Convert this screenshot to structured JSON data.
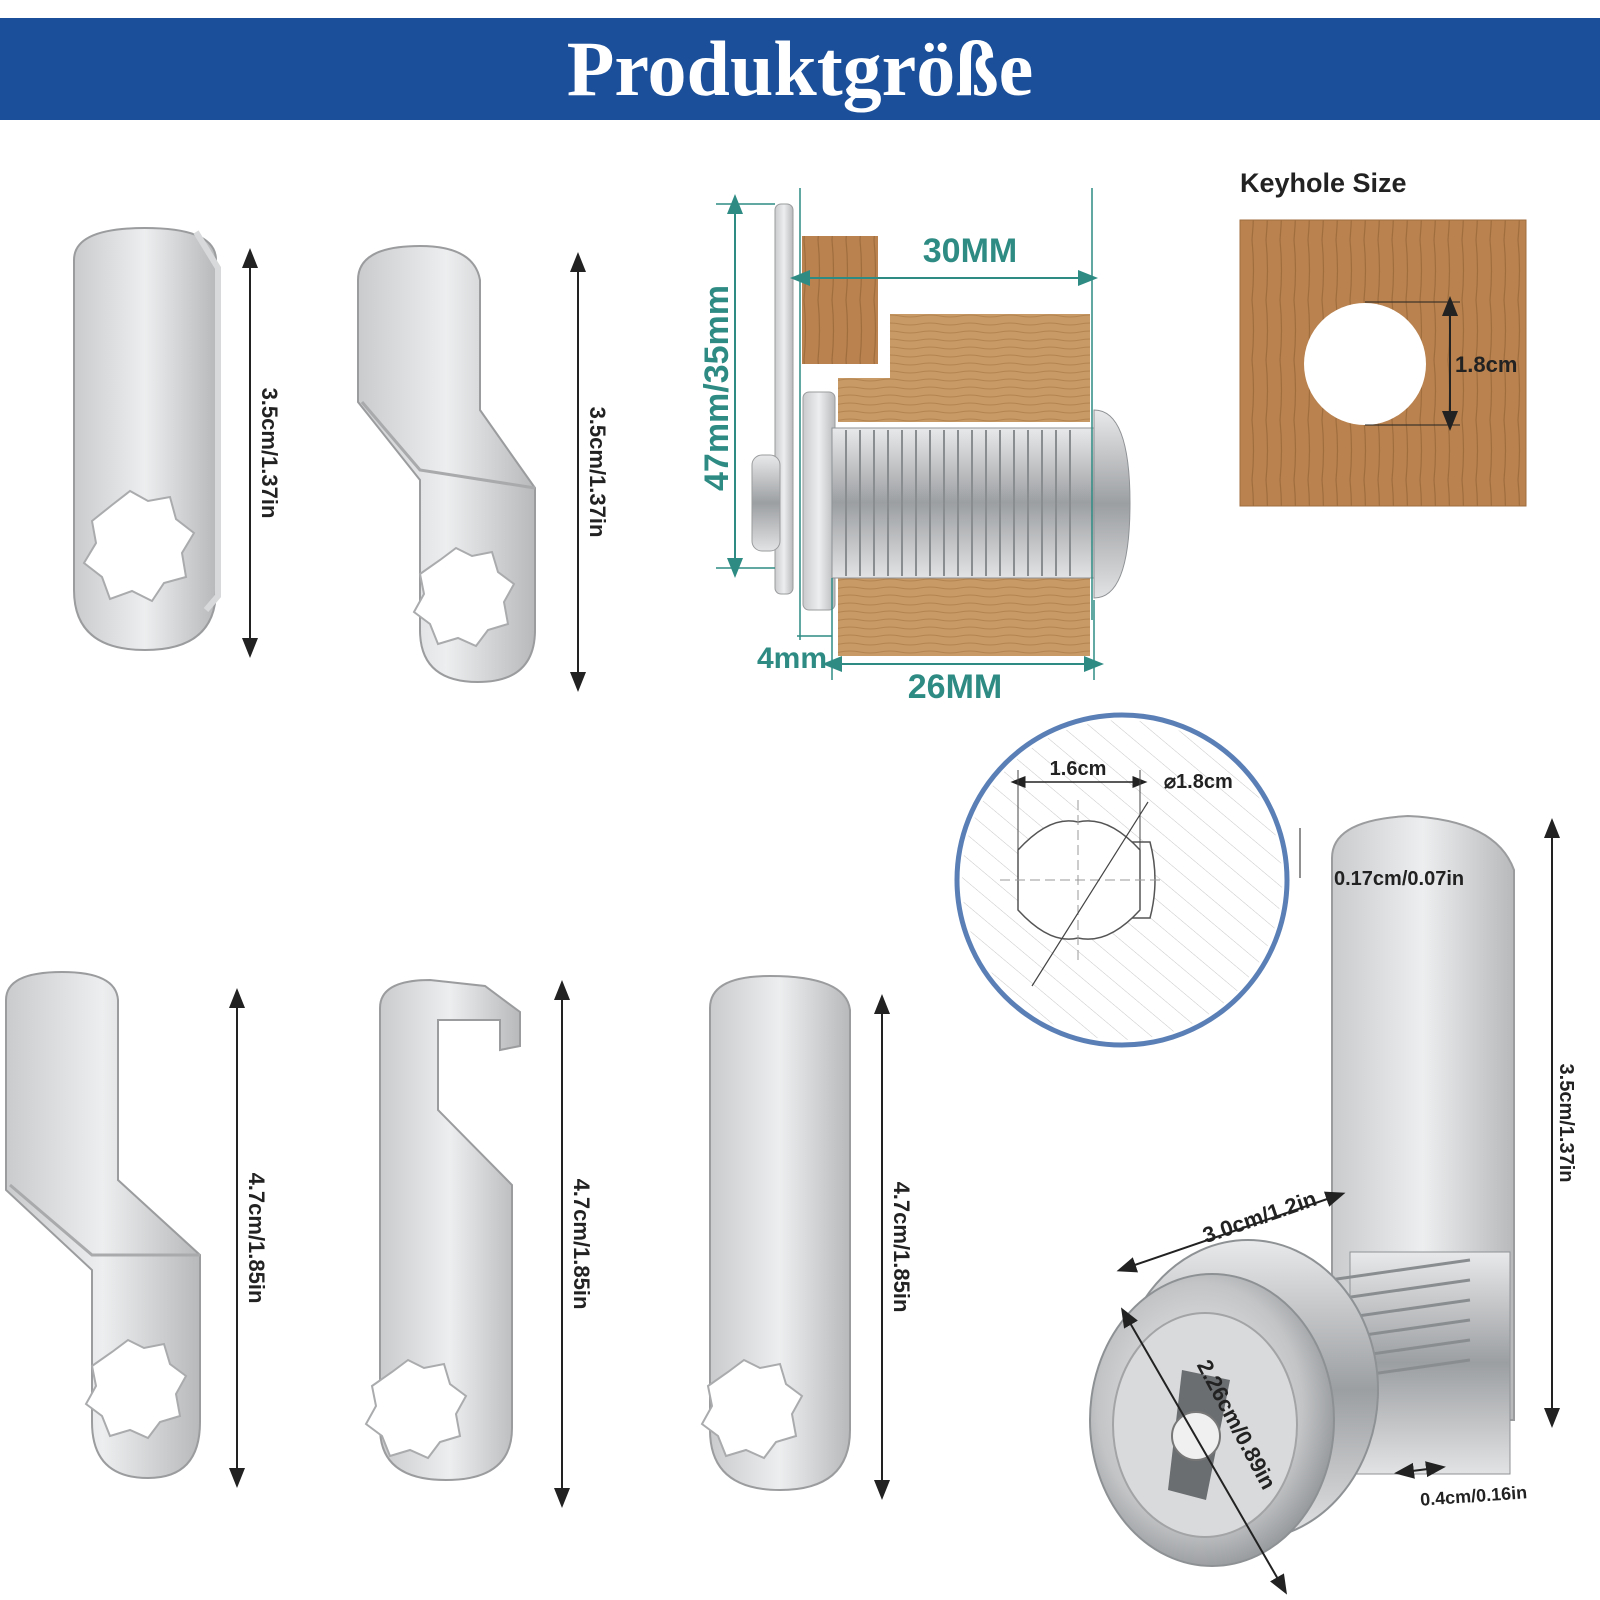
{
  "header": {
    "title": "Produktgröße"
  },
  "cams": {
    "short": "3.5cm/1.37in",
    "long": "4.7cm/1.85in"
  },
  "side_view": {
    "height": "47mm/35mm",
    "length_total": "30MM",
    "length_thread": "26MM",
    "washer": "4mm"
  },
  "keyhole": {
    "title": "Keyhole Size",
    "diameter": "1.8cm"
  },
  "detail_circle": {
    "width": "1.6cm",
    "diameter": "⌀1.8cm"
  },
  "lock_photo": {
    "cam_thickness": "0.17cm/0.07in",
    "cam_length": "3.5cm/1.37in",
    "body_length": "3.0cm/1.2in",
    "face_diameter": "2.26cm/0.89in",
    "washer": "0.4cm/0.16in"
  },
  "colors": {
    "banner": "#1b4f99",
    "accent": "#2e8b84",
    "wood": "#b9824f",
    "circle": "#5a7fb6"
  }
}
